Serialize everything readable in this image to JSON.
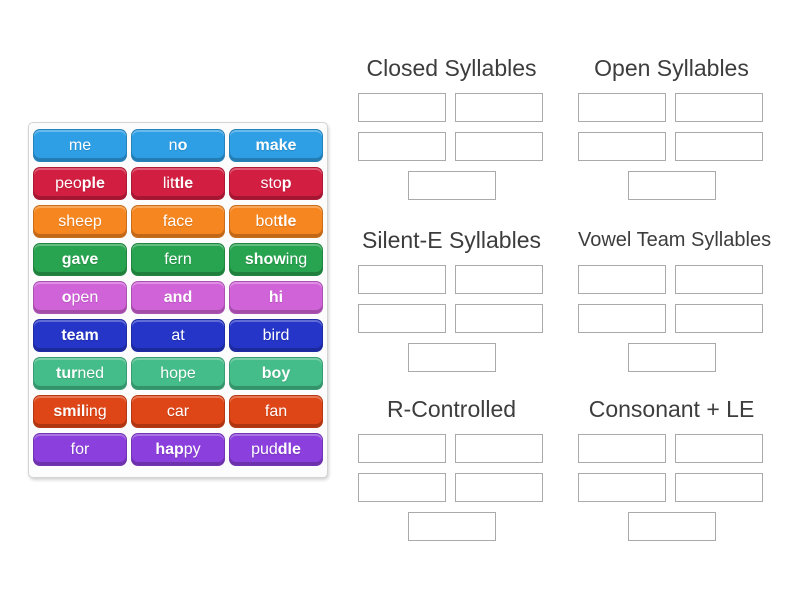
{
  "word_bank": {
    "tiles": [
      {
        "word": "me",
        "color": "#2E9FE5",
        "segments": [
          {
            "t": "me",
            "b": false
          }
        ]
      },
      {
        "word": "no",
        "color": "#2E9FE5",
        "segments": [
          {
            "t": "n",
            "b": false
          },
          {
            "t": "o",
            "b": true
          }
        ]
      },
      {
        "word": "make",
        "color": "#2E9FE5",
        "segments": [
          {
            "t": "make",
            "b": true
          }
        ]
      },
      {
        "word": "people",
        "color": "#D21E41",
        "segments": [
          {
            "t": "peo",
            "b": false
          },
          {
            "t": "ple",
            "b": true
          }
        ]
      },
      {
        "word": "little",
        "color": "#D21E41",
        "segments": [
          {
            "t": "lit",
            "b": false
          },
          {
            "t": "tle",
            "b": true
          }
        ]
      },
      {
        "word": "stop",
        "color": "#D21E41",
        "segments": [
          {
            "t": "sto",
            "b": false
          },
          {
            "t": "p",
            "b": true
          }
        ]
      },
      {
        "word": "sheep",
        "color": "#F6861F",
        "segments": [
          {
            "t": "sheep",
            "b": false
          }
        ]
      },
      {
        "word": "face",
        "color": "#F6861F",
        "segments": [
          {
            "t": "face",
            "b": false
          }
        ]
      },
      {
        "word": "bottle",
        "color": "#F6861F",
        "segments": [
          {
            "t": "bot",
            "b": false
          },
          {
            "t": "tle",
            "b": true
          }
        ]
      },
      {
        "word": "gave",
        "color": "#28A34F",
        "segments": [
          {
            "t": "gave",
            "b": true
          }
        ]
      },
      {
        "word": "fern",
        "color": "#28A34F",
        "segments": [
          {
            "t": "fern",
            "b": false
          }
        ]
      },
      {
        "word": "showing",
        "color": "#28A34F",
        "segments": [
          {
            "t": "show",
            "b": true
          },
          {
            "t": "ing",
            "b": false
          }
        ]
      },
      {
        "word": "open",
        "color": "#D163D9",
        "segments": [
          {
            "t": "o",
            "b": true
          },
          {
            "t": "pen",
            "b": false
          }
        ]
      },
      {
        "word": "and",
        "color": "#D163D9",
        "segments": [
          {
            "t": "and",
            "b": true
          }
        ]
      },
      {
        "word": "hi",
        "color": "#D163D9",
        "segments": [
          {
            "t": "hi",
            "b": true
          }
        ]
      },
      {
        "word": "team",
        "color": "#2535C8",
        "segments": [
          {
            "t": "team",
            "b": true
          }
        ]
      },
      {
        "word": "at",
        "color": "#2535C8",
        "segments": [
          {
            "t": "at",
            "b": false
          }
        ]
      },
      {
        "word": "bird",
        "color": "#2535C8",
        "segments": [
          {
            "t": "bird",
            "b": false
          }
        ]
      },
      {
        "word": "turned",
        "color": "#45BD8A",
        "segments": [
          {
            "t": "tur",
            "b": true
          },
          {
            "t": "ned",
            "b": false
          }
        ]
      },
      {
        "word": "hope",
        "color": "#45BD8A",
        "segments": [
          {
            "t": "hope",
            "b": false
          }
        ]
      },
      {
        "word": "boy",
        "color": "#45BD8A",
        "segments": [
          {
            "t": "boy",
            "b": true
          }
        ]
      },
      {
        "word": "smiling",
        "color": "#DE4517",
        "segments": [
          {
            "t": "smil",
            "b": true
          },
          {
            "t": "ing",
            "b": false
          }
        ]
      },
      {
        "word": "car",
        "color": "#DE4517",
        "segments": [
          {
            "t": "car",
            "b": false
          }
        ]
      },
      {
        "word": "fan",
        "color": "#DE4517",
        "segments": [
          {
            "t": "fan",
            "b": false
          }
        ]
      },
      {
        "word": "for",
        "color": "#8B3FDC",
        "segments": [
          {
            "t": "for",
            "b": false
          }
        ]
      },
      {
        "word": "happy",
        "color": "#8B3FDC",
        "segments": [
          {
            "t": "hap",
            "b": true
          },
          {
            "t": "py",
            "b": false
          }
        ]
      },
      {
        "word": "puddle",
        "color": "#8B3FDC",
        "segments": [
          {
            "t": "pud",
            "b": false
          },
          {
            "t": "dle",
            "b": true
          }
        ]
      }
    ]
  },
  "groups": [
    {
      "title": "Closed Syllables",
      "slots": 5
    },
    {
      "title": "Open Syllables",
      "slots": 5
    },
    {
      "title": "Silent-E Syllables",
      "slots": 5
    },
    {
      "title": "Vowel Team Syllables",
      "slots": 5
    },
    {
      "title": "R-Controlled",
      "slots": 5
    },
    {
      "title": "Consonant + LE",
      "slots": 5
    }
  ],
  "colors": {
    "title_text": "#3D3D3D",
    "slot_border": "#AAAAAA",
    "panel_border": "#D4D4D4",
    "panel_bg": "#FCFCFC",
    "tile_text": "#FFFFFF"
  }
}
